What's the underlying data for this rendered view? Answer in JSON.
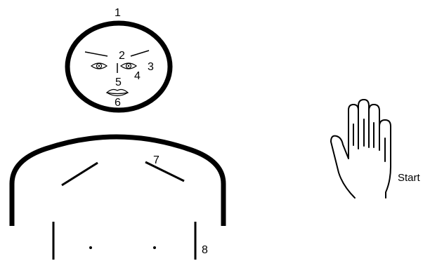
{
  "labels": {
    "head": "1",
    "brows": "2",
    "right_eye": "3",
    "left_eye": "4",
    "nose": "5",
    "mouth": "6",
    "shoulder_mark": "7",
    "lower_torso": "8",
    "start": "Start"
  },
  "colors": {
    "ink": "#000000",
    "background": "#ffffff"
  },
  "icons": {
    "hand": "open-hand-icon",
    "eye": "eye-icon",
    "lips": "lips-icon"
  }
}
